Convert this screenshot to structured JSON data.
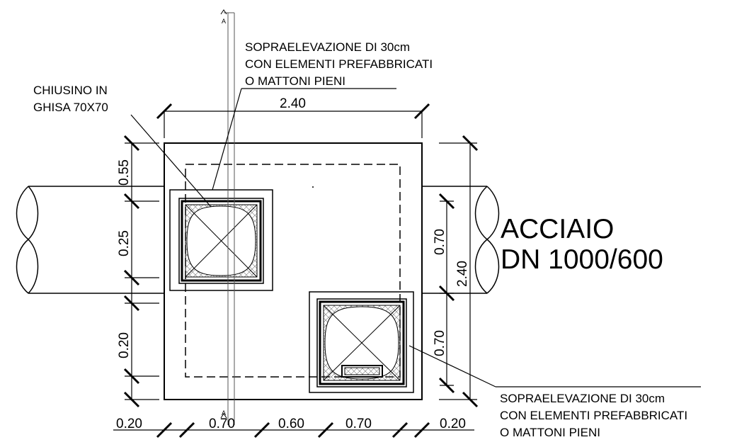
{
  "section_marks": {
    "top": "A",
    "bottom": "A"
  },
  "labels": {
    "raise_top": [
      "SOPRAELEVAZIONE DI 30cm",
      "CON ELEMENTI PREFABBRICATI",
      "O MATTONI PIENI"
    ],
    "raise_bottom": [
      "SOPRAELEVAZIONE DI 30cm",
      "CON ELEMENTI PREFABBRICATI",
      "O MATTONI PIENI"
    ],
    "cover": [
      "CHIUSINO IN",
      "GHISA 70X70"
    ],
    "pipe": [
      "ACCIAIO",
      "DN 1000/600"
    ]
  },
  "dimensions": {
    "top_width": "2.40",
    "left": [
      "0.55",
      "0.25",
      "0.20"
    ],
    "right": [
      "0.70",
      "0.70"
    ],
    "right_total": "2.40",
    "bottom": [
      "0.20",
      "0.70",
      "0.60",
      "0.70",
      "0.20"
    ]
  }
}
